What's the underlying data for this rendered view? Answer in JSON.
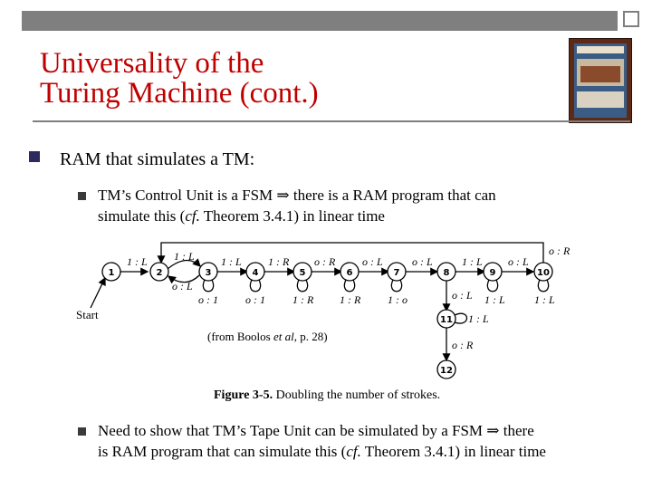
{
  "slide": {
    "title_line1": "Universality of the",
    "title_line2": "Turing Machine (cont.)",
    "bullet1": "RAM that simulates a TM:",
    "sub1_line1": "TM’s Control Unit is a FSM ⇒ there is a RAM program that can",
    "sub1_line2_pre": "simulate this (",
    "sub1_line2_cf": "cf.",
    "sub1_line2_post": " Theorem 3.4.1) in linear time",
    "sub2_line1": "Need to show that TM’s Tape Unit can be simulated by a FSM ⇒ there",
    "sub2_line2_pre": "is RAM program that can simulate this (",
    "sub2_line2_cf": "cf.",
    "sub2_line2_post": " Theorem 3.4.1) in linear time"
  },
  "figure": {
    "start_label": "Start",
    "source_pre": "(from Boolos ",
    "source_etal": "et al",
    "source_post": ", p. 28)",
    "caption_bold": "Figure 3-5.",
    "caption_text": "  Doubling the number of strokes.",
    "states": [
      "1",
      "2",
      "3",
      "4",
      "5",
      "6",
      "7",
      "8",
      "9",
      "10",
      "11",
      "12"
    ],
    "edge_labels": {
      "e1_2": "1 : L",
      "e2_3": "1 : L",
      "e3_4": "1 : L",
      "e4_5": "1 : R",
      "e5_6": "o : R",
      "e6_7": "o : L",
      "e7_8": "o : L",
      "e8_9": "1 : L",
      "e9_10": "o : L",
      "e10_1": "o : R",
      "e2_loop": "o : L",
      "e8_11": "o : L",
      "e11_12": "o : R",
      "loop3": "o : 1",
      "loop4": "o : 1",
      "loop5": "1 : R",
      "loop6": "1 : R",
      "loop7": "1 : o",
      "loop9": "1 : L",
      "loop10": "1 : L",
      "loop11": "1 : L"
    }
  }
}
